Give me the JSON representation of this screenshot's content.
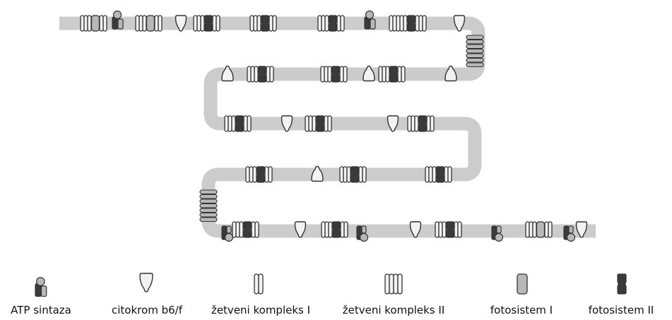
{
  "colors": {
    "membrane": "#cccccc",
    "outline": "#333333",
    "light_fill": "#f2f2f2",
    "mid_fill": "#b8b8b8",
    "dark_fill": "#3a3a3a"
  },
  "legend": {
    "atp": "ATP sintaza",
    "cyt": "citokrom b6/f",
    "lhc1": "žetveni kompleks I",
    "lhc2": "žetveni kompleks II",
    "ps1": "fotosistem I",
    "ps2": "fotosistem II"
  }
}
